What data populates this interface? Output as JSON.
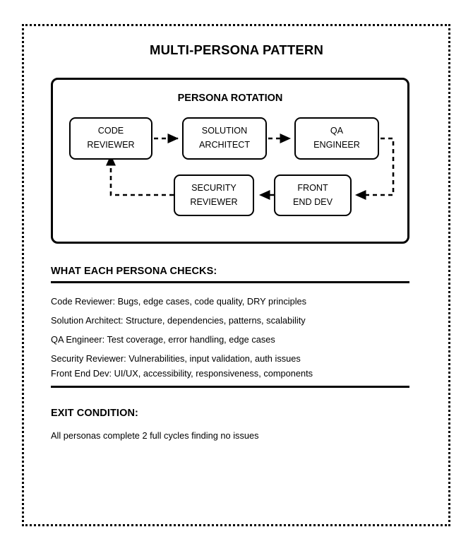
{
  "title": "MULTI-PERSONA PATTERN",
  "rotation": {
    "title": "PERSONA ROTATION",
    "nodes": [
      {
        "id": "code-reviewer",
        "line1": "CODE",
        "line2": "REVIEWER"
      },
      {
        "id": "solution-architect",
        "line1": "SOLUTION",
        "line2": "ARCHITECT"
      },
      {
        "id": "qa-engineer",
        "line1": "QA",
        "line2": "ENGINEER"
      },
      {
        "id": "security-reviewer",
        "line1": "SECURITY",
        "line2": "REVIEWER"
      },
      {
        "id": "front-end-dev",
        "line1": "FRONT",
        "line2": "END DEV"
      }
    ]
  },
  "checks": {
    "heading": "WHAT EACH PERSONA CHECKS:",
    "lines": [
      "Code Reviewer: Bugs, edge cases, code quality, DRY principles",
      "Solution Architect: Structure, dependencies, patterns, scalability",
      "QA Engineer: Test coverage, error handling, edge cases",
      "Security Reviewer: Vulnerabilities, input validation, auth issues",
      "Front End Dev: UI/UX, accessibility, responsiveness, components"
    ]
  },
  "exit": {
    "heading": "EXIT CONDITION:",
    "text": "All personas complete 2 full cycles finding no issues"
  },
  "colors": {
    "ink": "#000000",
    "background": "#ffffff"
  }
}
